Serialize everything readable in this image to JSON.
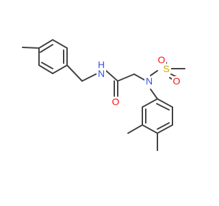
{
  "diagram": {
    "type": "chemical-structure",
    "atoms": {
      "nitrogen_amide": "N",
      "hydrogen_amide": "H",
      "oxygen_carbonyl": "O",
      "nitrogen_sulfonamide": "N",
      "sulfur": "S",
      "oxygen_sulfonyl_1": "O",
      "oxygen_sulfonyl_2": "O"
    },
    "colors": {
      "bond": "#404040",
      "nitrogen": "#3050F8",
      "oxygen": "#FF0D0D",
      "sulfur": "#C8A800"
    }
  }
}
